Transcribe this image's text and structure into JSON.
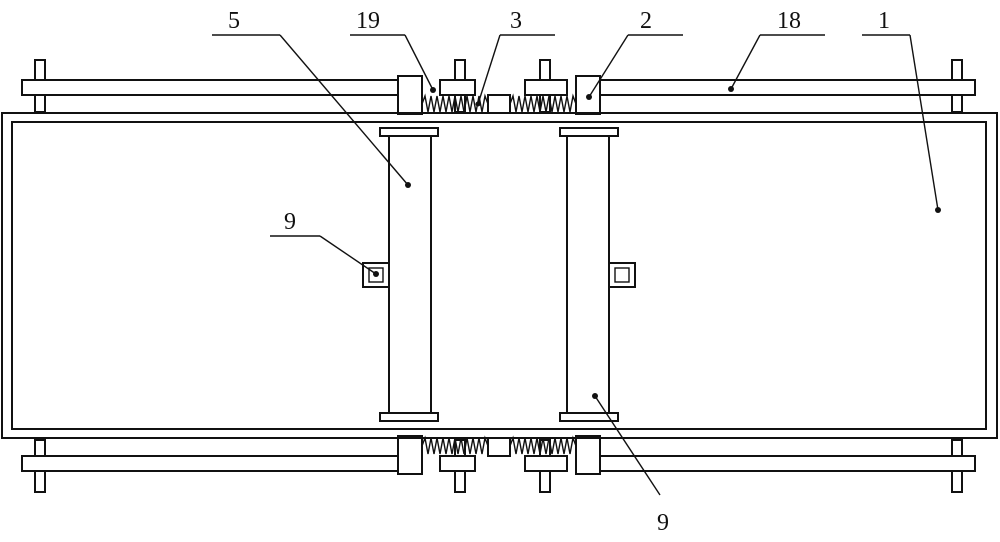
{
  "labels": {
    "l5": "5",
    "l19": "19",
    "l3": "3",
    "l2": "2",
    "l18": "18",
    "l1": "1",
    "l9_left": "9",
    "l9_bottom": "9"
  }
}
